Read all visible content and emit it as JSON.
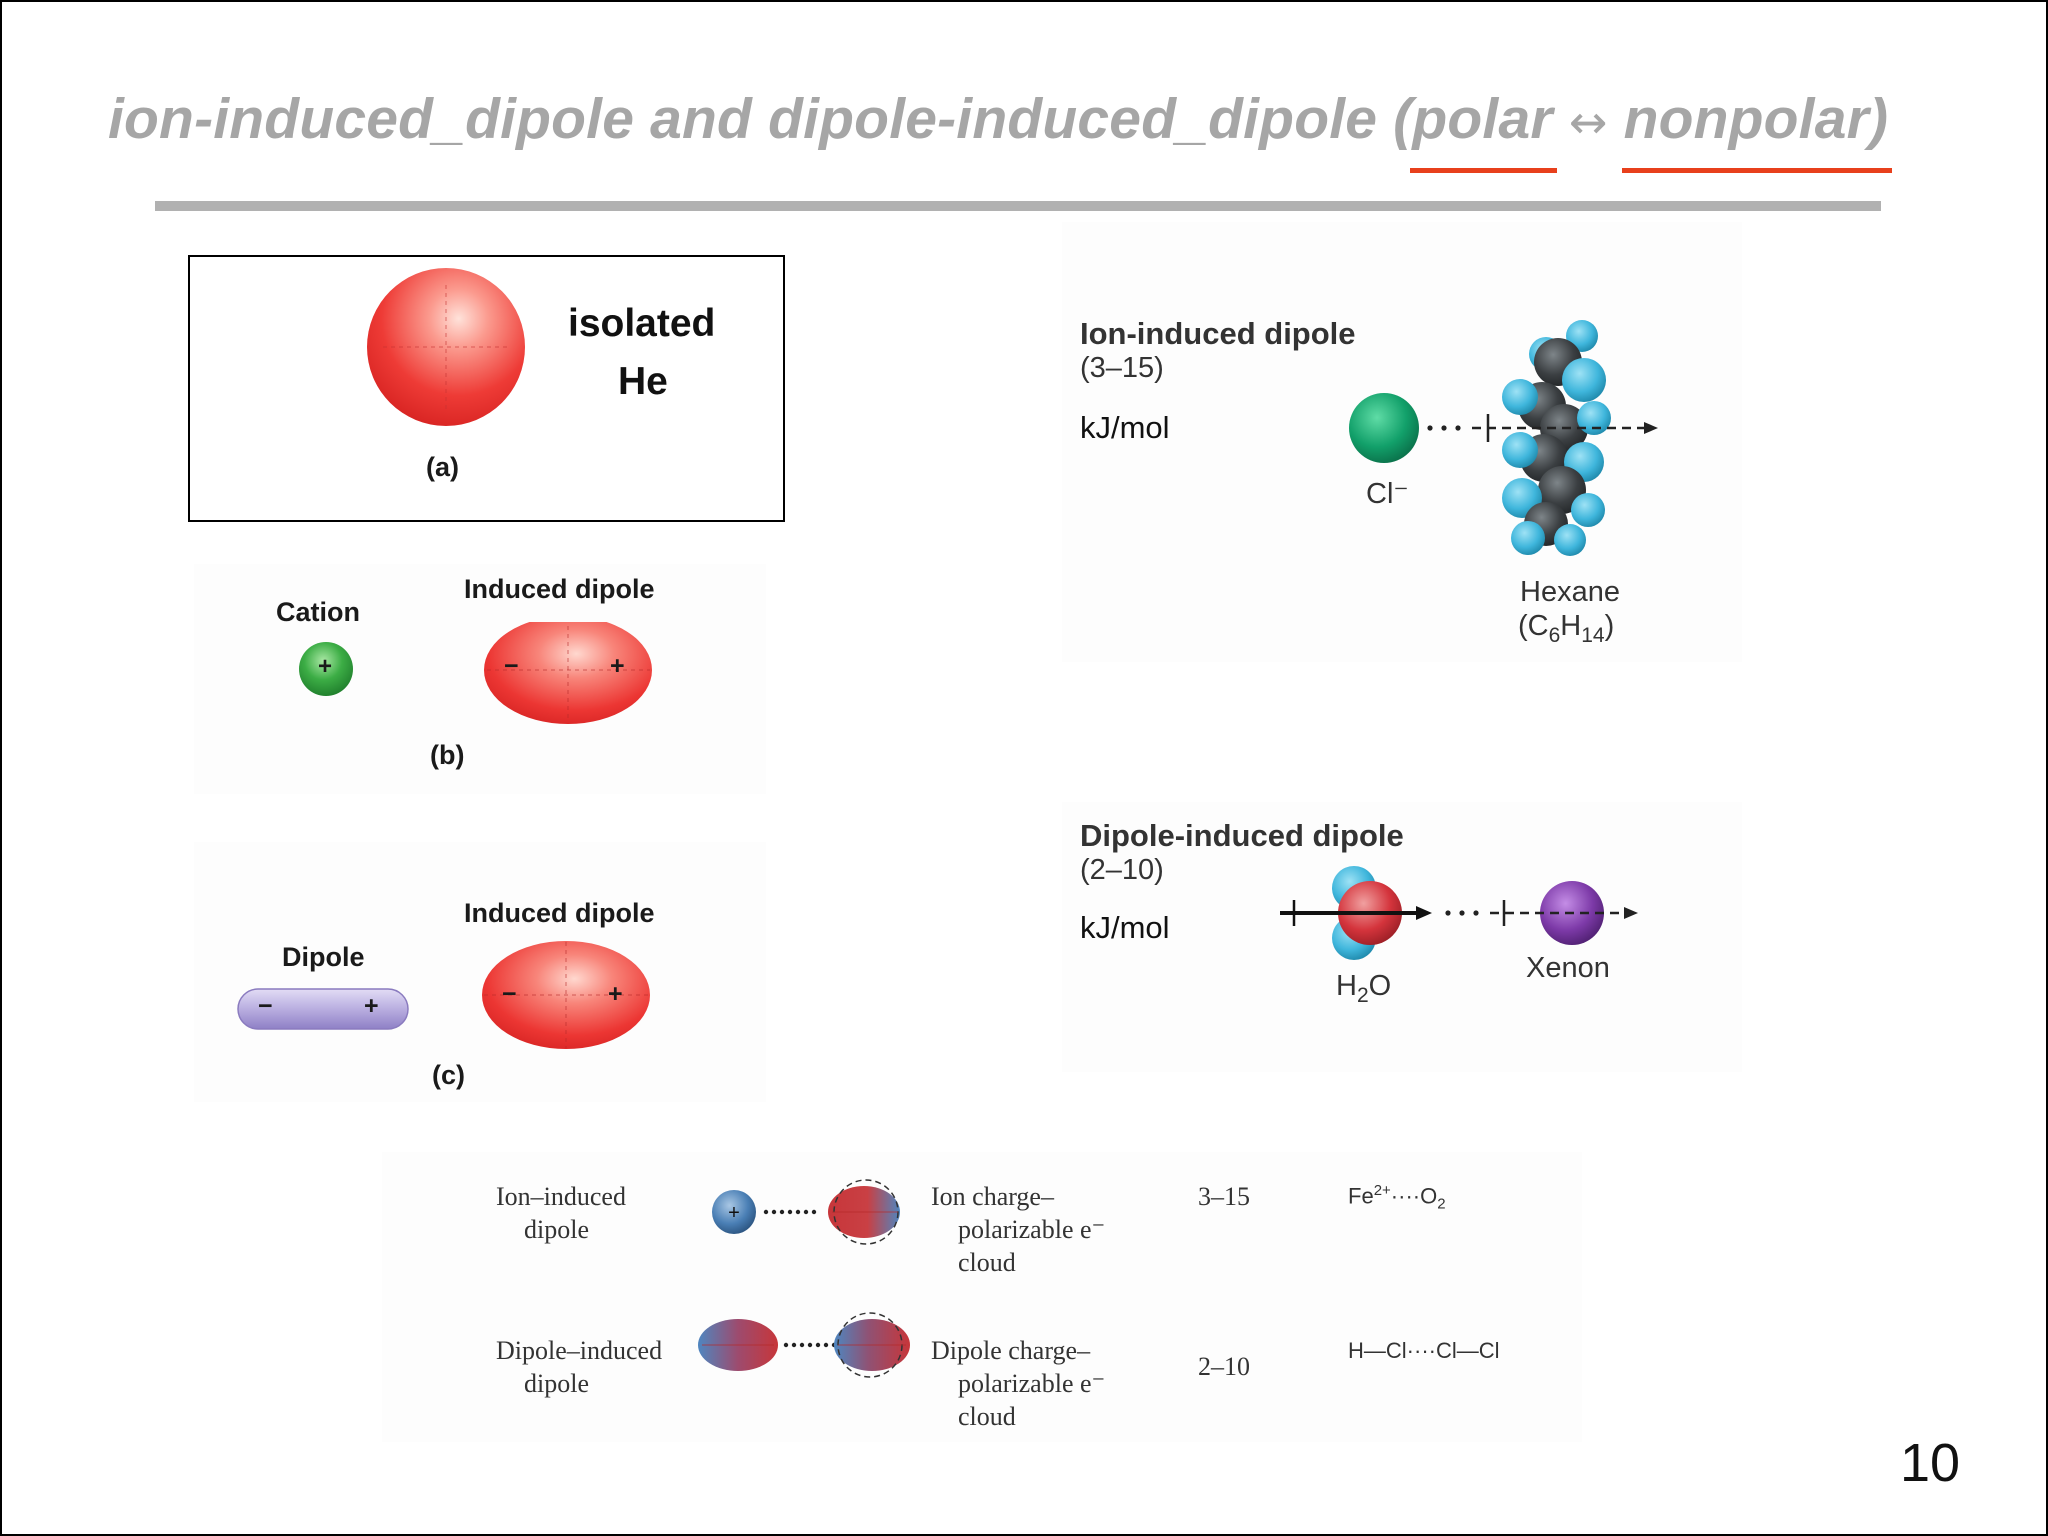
{
  "title": {
    "prefix": "ion-induced_dipole and dipole-induced_dipole (",
    "polar": "polar",
    "arrow": "↔",
    "nonpolar": "nonpolar)"
  },
  "panel_a": {
    "label_line1": "isolated",
    "label_line2": "He",
    "caption": "(a)"
  },
  "panel_b": {
    "cation_label": "Cation",
    "cation_sign": "+",
    "induced_label": "Induced dipole",
    "minus": "−",
    "plus": "+",
    "caption": "(b)"
  },
  "panel_c": {
    "dipole_label": "Dipole",
    "dipole_minus": "−",
    "dipole_plus": "+",
    "induced_label": "Induced dipole",
    "minus": "−",
    "plus": "+",
    "caption": "(c)"
  },
  "ion_induced": {
    "heading": "Ion-induced dipole",
    "range": "(3–15)",
    "unit": "kJ/mol",
    "ion_label": "Cl⁻",
    "molecule_label": "Hexane",
    "formula_open": "(C",
    "formula_sub1": "6",
    "formula_mid": "H",
    "formula_sub2": "14",
    "formula_close": ")"
  },
  "dipole_induced": {
    "heading": "Dipole-induced dipole",
    "range": "(2–10)",
    "unit": "kJ/mol",
    "water_main": "H",
    "water_sub": "2",
    "water_end": "O",
    "atom_label": "Xenon"
  },
  "table": {
    "rows": [
      {
        "name_line1": "Ion–induced",
        "name_line2": "dipole",
        "basis_line1": "Ion charge–",
        "basis_line2": "polarizable e⁻",
        "basis_line3": "cloud",
        "energy": "3–15",
        "example_pre": "Fe",
        "example_sup": "2+",
        "example_dots": "····O",
        "example_sub": "2"
      },
      {
        "name_line1": "Dipole–induced",
        "name_line2": "dipole",
        "basis_line1": "Dipole charge–",
        "basis_line2": "polarizable e⁻",
        "basis_line3": "cloud",
        "energy": "2–10",
        "example_text": "H—Cl····Cl—Cl"
      }
    ]
  },
  "page_number": "10",
  "colors": {
    "title_gray": "#a6a6a6",
    "underline_red": "#e8401c",
    "rule_gray": "#b1b1b1",
    "sphere_red": "#e8302e",
    "cation_green": "#2e9a3a",
    "chloride_green": "#12a06a",
    "hydrogen_cyan": "#3fb6dc",
    "carbon_gray": "#3b3f42",
    "xenon_purple": "#7d3aa8",
    "dipole_lavender": "#b9aee0"
  }
}
